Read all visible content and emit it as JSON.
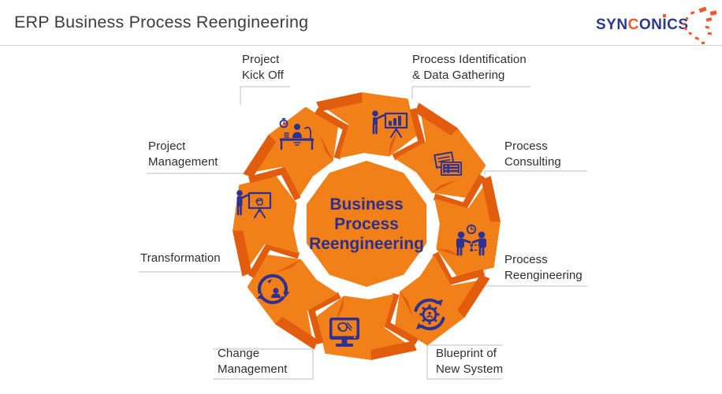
{
  "header": {
    "title": "ERP Business Process Reengineering",
    "logo": {
      "syn": "SYN",
      "c": "C",
      "on": "ON",
      "i": "I",
      "cs": "CS"
    }
  },
  "center": {
    "title": "Business\nProcess\nReengineering"
  },
  "diagram": {
    "colors": {
      "orange": "#F28019",
      "dark_orange": "#E25C0D",
      "navy": "#2E3192",
      "connector_gray": "#C9C9C9",
      "logo_navy": "#2B3990",
      "logo_orange": "#F1592A"
    },
    "steps": [
      {
        "id": "project-kick-off",
        "name": "Project\nKick Off",
        "icon": "desk-clock"
      },
      {
        "id": "process-identification-data-gathering",
        "name": "Process Identification\n& Data Gathering",
        "icon": "presenter-board"
      },
      {
        "id": "process-consulting",
        "name": "Process\nConsulting",
        "icon": "documents-folder"
      },
      {
        "id": "process-reengineering",
        "name": "Process\nReengineering",
        "icon": "handshake-clock"
      },
      {
        "id": "blueprint-of-new-system",
        "name": "Blueprint of\nNew System",
        "icon": "gear-cycle"
      },
      {
        "id": "change-management",
        "name": "Change\nManagement",
        "icon": "monitor-design"
      },
      {
        "id": "transformation",
        "name": "Transformation",
        "icon": "person-cycle"
      },
      {
        "id": "project-management",
        "name": "Project\nManagement",
        "icon": "easel-presentation"
      }
    ]
  }
}
